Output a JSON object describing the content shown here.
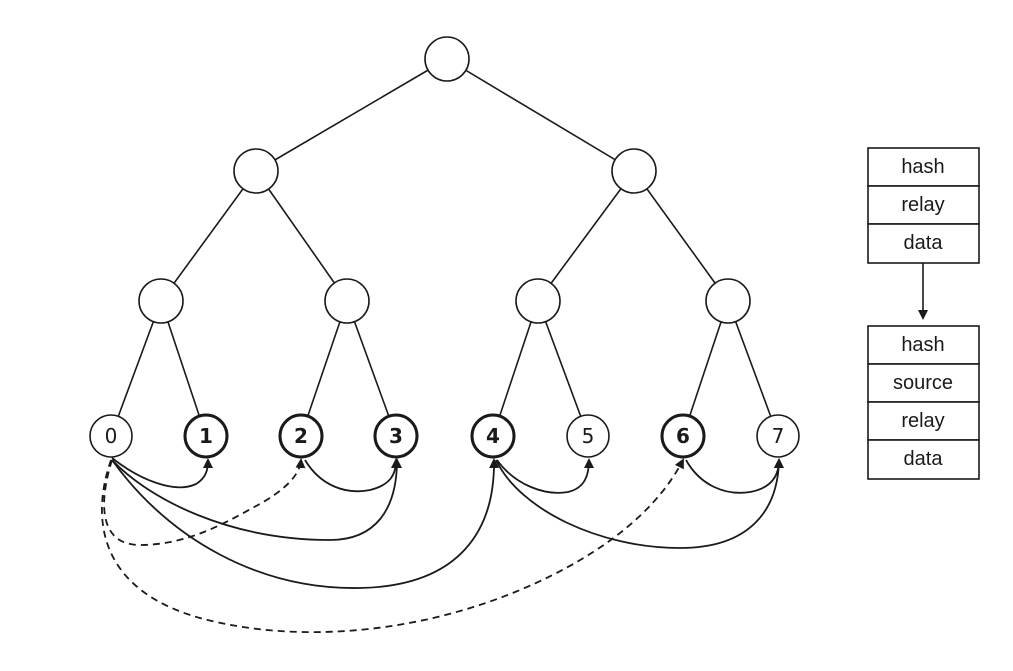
{
  "tree": {
    "leaves": [
      {
        "label": "0",
        "bold": false
      },
      {
        "label": "1",
        "bold": true
      },
      {
        "label": "2",
        "bold": true
      },
      {
        "label": "3",
        "bold": true
      },
      {
        "label": "4",
        "bold": true
      },
      {
        "label": "5",
        "bold": false
      },
      {
        "label": "6",
        "bold": true
      },
      {
        "label": "7",
        "bold": false
      }
    ],
    "relays": [
      {
        "from": "0",
        "to": "1",
        "style": "solid"
      },
      {
        "from": "0",
        "to": "2",
        "style": "dashed"
      },
      {
        "from": "0",
        "to": "3",
        "style": "solid"
      },
      {
        "from": "0",
        "to": "4",
        "style": "solid"
      },
      {
        "from": "0",
        "to": "6",
        "style": "dashed"
      },
      {
        "from": "2",
        "to": "3",
        "style": "solid"
      },
      {
        "from": "4",
        "to": "5",
        "style": "solid"
      },
      {
        "from": "4",
        "to": "7",
        "style": "solid"
      },
      {
        "from": "6",
        "to": "7",
        "style": "solid"
      }
    ]
  },
  "packets": {
    "before": {
      "fields": [
        "hash",
        "relay",
        "data"
      ]
    },
    "after": {
      "fields": [
        "hash",
        "source",
        "relay",
        "data"
      ]
    }
  }
}
